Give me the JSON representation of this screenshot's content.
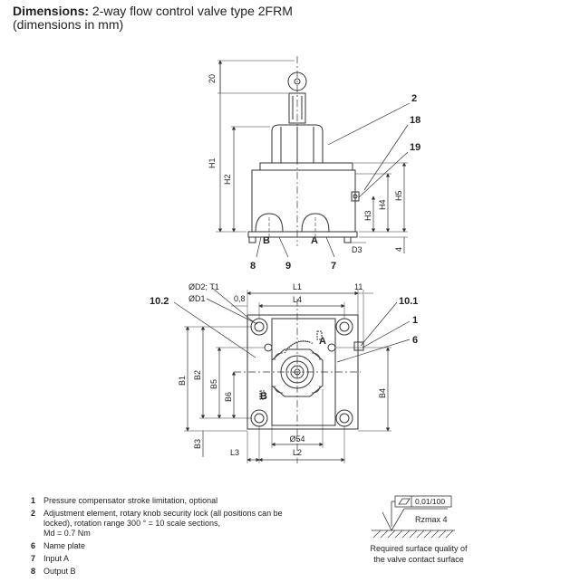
{
  "header": {
    "title_bold": "Dimensions:",
    "title_rest": " 2-way flow control valve type 2FRM",
    "subtitle": "(dimensions in mm)"
  },
  "side_view": {
    "dims": {
      "d20": "20",
      "h1": "H1",
      "h2": "H2",
      "h3": "H3",
      "h4": "H4",
      "h5": "H5",
      "d4": "4",
      "d3": "D3"
    },
    "ports": {
      "b": "B",
      "a": "A"
    },
    "callouts": {
      "c2": "2",
      "c18": "18",
      "c19": "19",
      "c8": "8",
      "c9": "9",
      "c7": "7"
    }
  },
  "top_view": {
    "dims": {
      "od2": "ØD2; T1",
      "od1": "ØD1",
      "d08": "0,8",
      "l1": "L1",
      "l4": "L4",
      "d11": "11",
      "b1": "B1",
      "b2": "B2",
      "b5": "B5",
      "b6": "B6",
      "b4": "B4",
      "b3": "B3",
      "l3": "L3",
      "l2": "L2",
      "d54": "Ø54"
    },
    "ports": {
      "a": "A",
      "b": "B"
    },
    "callouts": {
      "c102": "10.2",
      "c101": "10.1",
      "c1": "1",
      "c6": "6"
    }
  },
  "legend": [
    {
      "num": "1",
      "text": "Pressure compensator stroke limitation, optional"
    },
    {
      "num": "2",
      "text": "Adjustment element, rotary knob security lock (all positions can be locked), rotation range 300 ° = 10 scale sections,"
    },
    {
      "num": "",
      "text": "Md = 0.7 Nm"
    },
    {
      "num": "6",
      "text": "Name plate"
    },
    {
      "num": "7",
      "text": "Input A"
    },
    {
      "num": "8",
      "text": "Output B"
    }
  ],
  "surface": {
    "flatness": "0,01/100",
    "roughness": "Rzmax 4",
    "caption_line1": "Required surface quality of",
    "caption_line2": "the valve contact surface"
  }
}
